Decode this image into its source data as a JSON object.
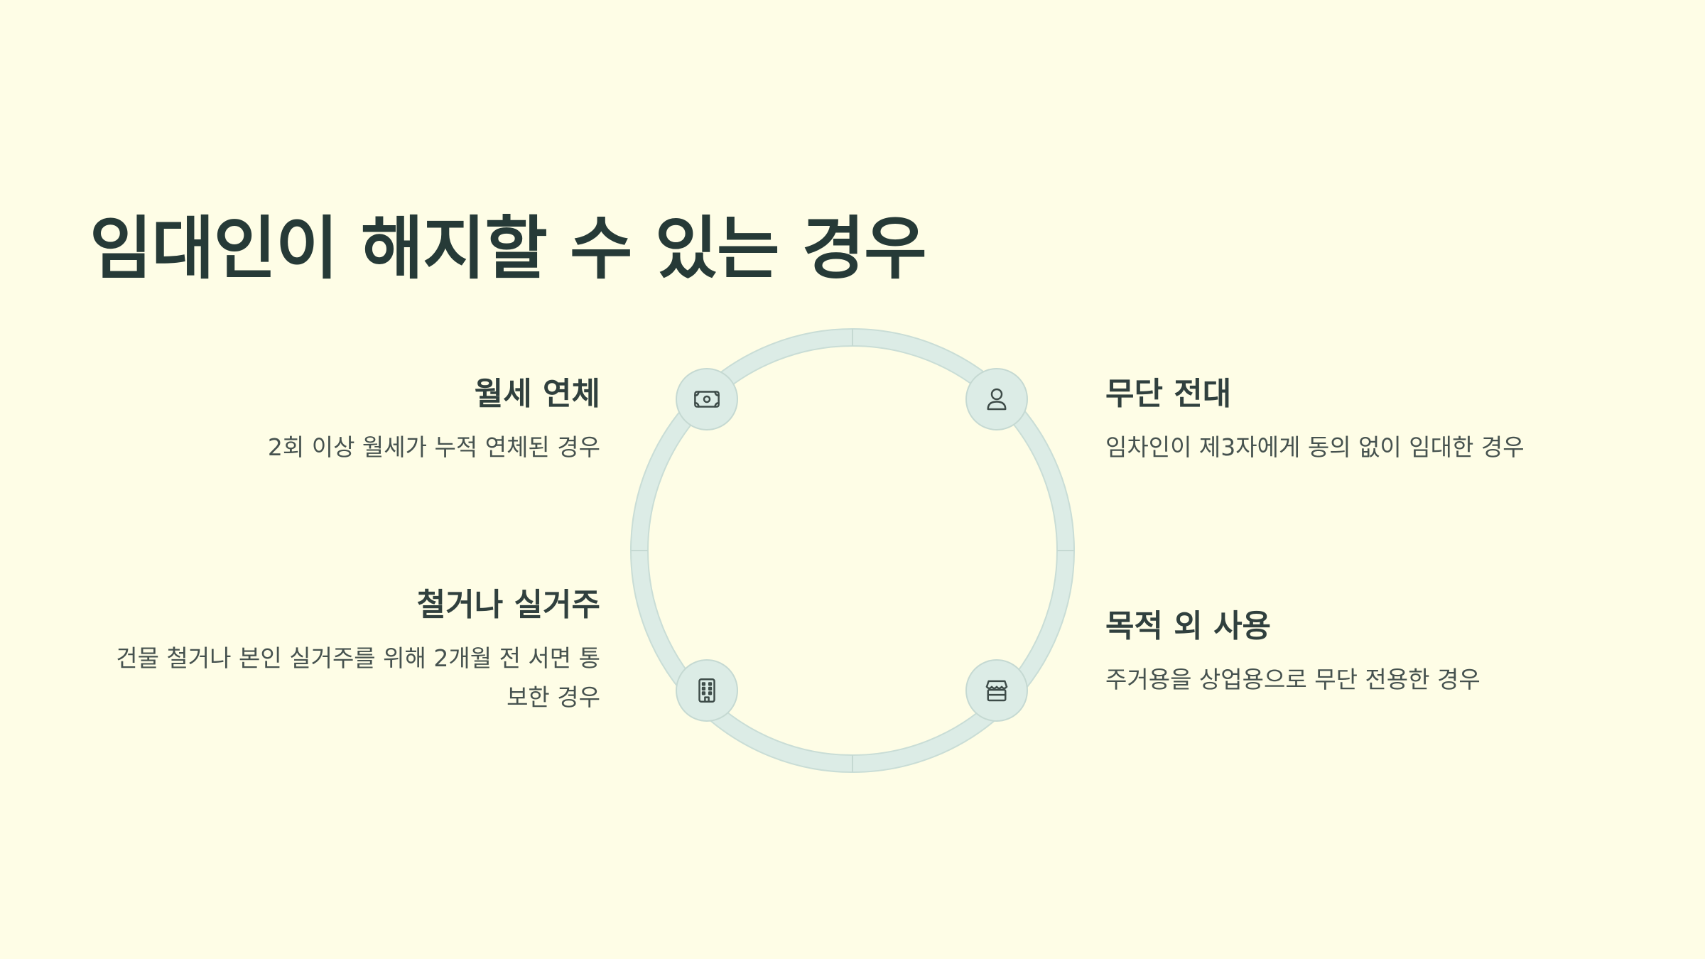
{
  "title": "임대인이 해지할 수 있는 경우",
  "items": {
    "rent": {
      "heading": "월세 연체",
      "desc": "2회 이상 월세가 누적 연체된 경우",
      "icon": "banknote-icon"
    },
    "sublease": {
      "heading": "무단 전대",
      "desc": "임차인이 제3자에게 동의 없이 임대한 경우",
      "icon": "user-icon"
    },
    "demolition": {
      "heading": "철거나 실거주",
      "desc_line1": "건물 철거나 본인 실거주를 위해 2개월 전 서면 통",
      "desc_line2": "보한 경우",
      "icon": "building-icon"
    },
    "purpose": {
      "heading": "목적 외 사용",
      "desc": "주거용을 상업용으로 무단 전용한 경우",
      "icon": "store-icon"
    }
  },
  "colors": {
    "background": "#fefde6",
    "title": "#263a37",
    "ring": "#dcece6",
    "ring_border": "#c5d9d2",
    "icon_stroke": "#3d4b48"
  }
}
